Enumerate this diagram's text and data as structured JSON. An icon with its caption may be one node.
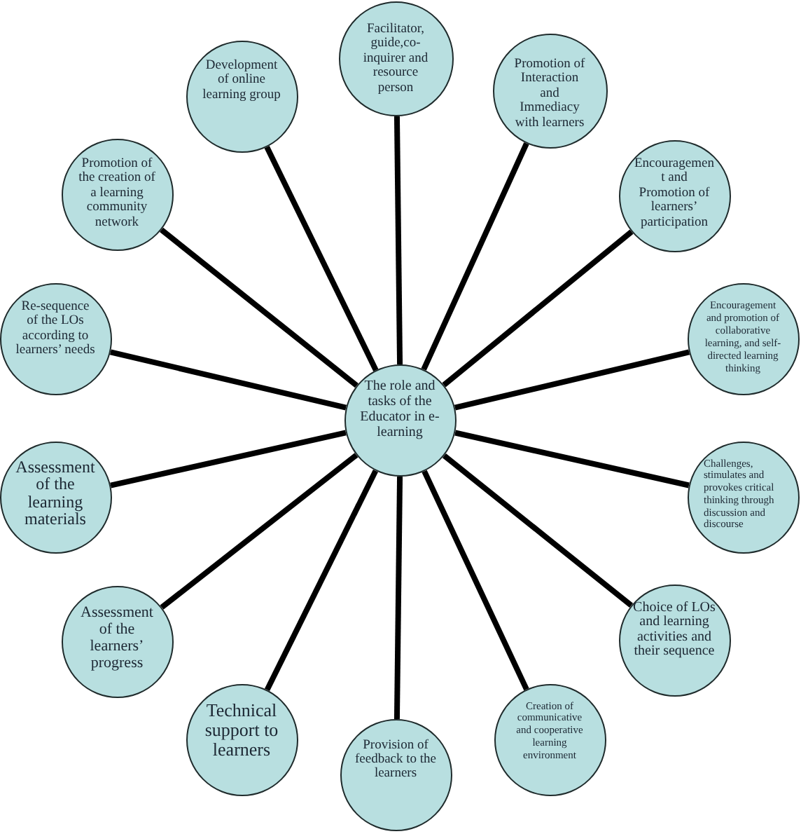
{
  "diagram": {
    "nodes": [
      {
        "text": [
          "The role and tasks of the Educator in e-learning"
        ]
      },
      {
        "text": [
          "Facilitator, guide,co-inquirer and resource person"
        ]
      },
      {
        "text": [
          "Promotion of Interaction and Immediacy with learners"
        ]
      },
      {
        "text": [
          "Encouragement and Promotion of learners’ participation"
        ]
      },
      {
        "text": [
          "Encouragement and promotion of collaborative learning, and self-directed learning thinking"
        ]
      },
      {
        "text": [
          "Challenges, stimulates and provokes critical thinking through discussion and discourse"
        ]
      },
      {
        "text": [
          "Choice of LOs and learning activities and their sequence"
        ]
      },
      {
        "text": [
          "Creation of communicative and cooperative learning environment"
        ]
      },
      {
        "text": [
          "Provision of feedback to the learners"
        ]
      },
      {
        "text": [
          "Technical support to learners"
        ]
      },
      {
        "text": [
          "Assessment of the learners’ progress"
        ]
      },
      {
        "text": [
          "Assessment of the learning materials"
        ]
      },
      {
        "text": [
          "Re-sequence of the LOs according to learners’ needs"
        ]
      },
      {
        "text": [
          "Promotion of the creation of a learning community network"
        ]
      },
      {
        "text": [
          "Development of online learning group"
        ]
      }
    ],
    "edges": [
      {
        "from": 0,
        "to": 1,
        "arrow": "none"
      },
      {
        "from": 0,
        "to": 2,
        "arrow": "none"
      },
      {
        "from": 0,
        "to": 3,
        "arrow": "none"
      },
      {
        "from": 0,
        "to": 4,
        "arrow": "none"
      },
      {
        "from": 0,
        "to": 5,
        "arrow": "none"
      },
      {
        "from": 0,
        "to": 6,
        "arrow": "none"
      },
      {
        "from": 0,
        "to": 7,
        "arrow": "none"
      },
      {
        "from": 0,
        "to": 8,
        "arrow": "none"
      },
      {
        "from": 0,
        "to": 9,
        "arrow": "none"
      },
      {
        "from": 0,
        "to": 10,
        "arrow": "none"
      },
      {
        "from": 0,
        "to": 11,
        "arrow": "none"
      },
      {
        "from": 0,
        "to": 12,
        "arrow": "none"
      },
      {
        "from": 0,
        "to": 13,
        "arrow": "none"
      },
      {
        "from": 0,
        "to": 14,
        "arrow": "none"
      }
    ]
  }
}
